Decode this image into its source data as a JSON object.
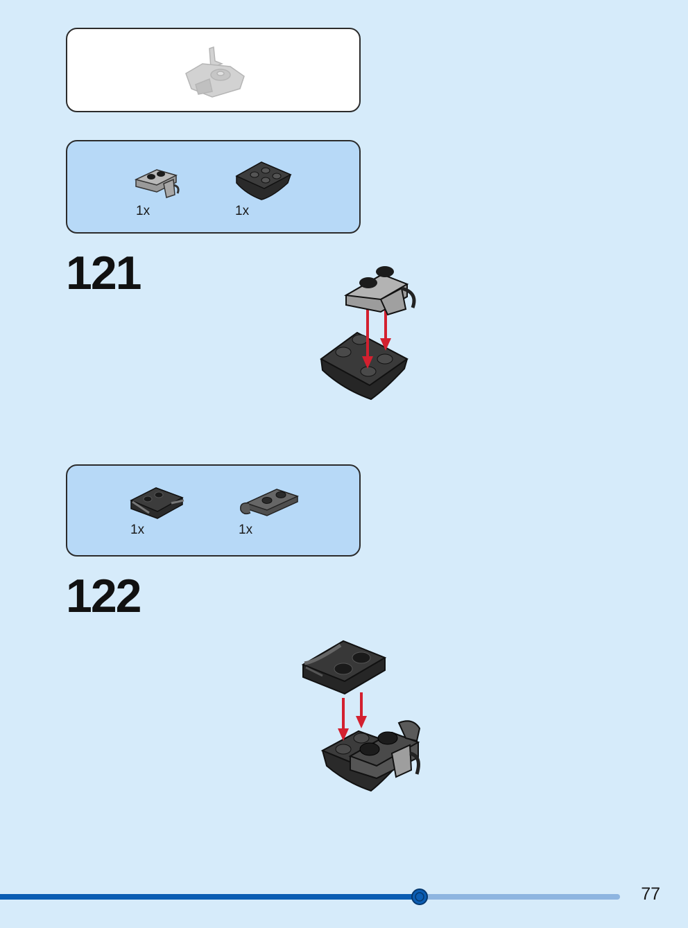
{
  "preview": {
    "image": "previous-assembly-thumbnail"
  },
  "steps": [
    {
      "number": "121",
      "parts": [
        {
          "qty": "1x",
          "icon": "light-gray-plate-with-clip"
        },
        {
          "qty": "1x",
          "icon": "black-curved-wedge-plate"
        }
      ],
      "assembly": "plate-with-clip-onto-wedge-plate"
    },
    {
      "number": "122",
      "parts": [
        {
          "qty": "1x",
          "icon": "black-plate-with-handle"
        },
        {
          "qty": "1x",
          "icon": "dark-gray-plate-with-clip-end"
        }
      ],
      "assembly": "handle-plate-onto-subassembly"
    }
  ],
  "arrows": {
    "color": "#d3202f"
  },
  "progress": {
    "fraction": 0.61,
    "filled_color": "#0b5db3",
    "track_color": "#8eb5e0"
  },
  "page_number": "77"
}
